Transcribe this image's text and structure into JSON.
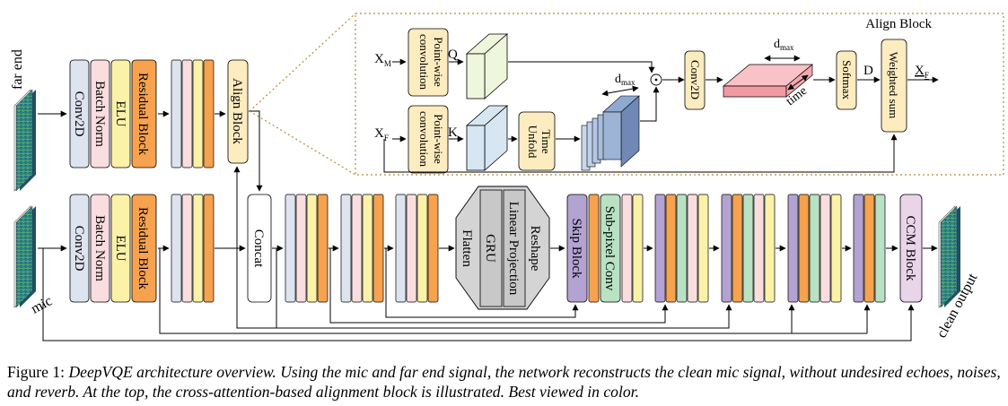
{
  "diagram": {
    "inputs": {
      "far_end": "far end",
      "mic": "mic",
      "output": "clean output"
    },
    "encoder": {
      "conv2d": "Conv2D",
      "batch_norm": "Batch Norm",
      "elu": "ELU",
      "residual_block": "Residual Block"
    },
    "align_block_label": "Align Block",
    "concat": "Concat",
    "bottleneck": {
      "reshape": "Reshape",
      "linear_projection": "Linear Projection",
      "gru": "GRU",
      "flatten": "Flatten"
    },
    "decoder": {
      "skip_block": "Skip Block",
      "subpixel_conv": "Sub-pixel Conv"
    },
    "ccm_block": "CCM Block",
    "align_detail": {
      "title": "Align Block",
      "x_m": "X",
      "x_m_sub": "M",
      "x_f": "X",
      "x_f_sub": "F",
      "pointwise_conv": "Point-wise convolution",
      "pointwise_line1": "Point-wise",
      "pointwise_line2": "convolution",
      "q": "Q",
      "k": "K",
      "time_unfold_line1": "Time",
      "time_unfold_line2": "Unfold",
      "d_max": "d",
      "d_max_sub": "max",
      "dot": "·",
      "conv2d": "Conv2D",
      "time": "time",
      "softmax": "Softmax",
      "d": "D",
      "weighted_sum": "Weighted sum",
      "x_f_out": "X",
      "x_f_out_sub": "F"
    }
  },
  "colors": {
    "conv": "#dde4ef",
    "batch_norm": "#fadddf",
    "elu": "#fbf2a8",
    "residual": "#f6a24e",
    "skip": "#b3a3d3",
    "subpixel": "#b8e2c3",
    "ccm": "#ead4ea",
    "align": "#fcecbf",
    "q_fill": "#eef6dc",
    "k_fill": "#d6e6f3",
    "stack_fill": "#8fa8cf",
    "attn": "#f4a7ad"
  },
  "caption": {
    "label": "Figure 1:",
    "text": "DeepVQE architecture overview. Using the mic and far end signal, the network reconstructs the clean mic signal, without undesired echoes, noises, and reverb. At the top, the cross-attention-based alignment block is illustrated. Best viewed in color."
  }
}
